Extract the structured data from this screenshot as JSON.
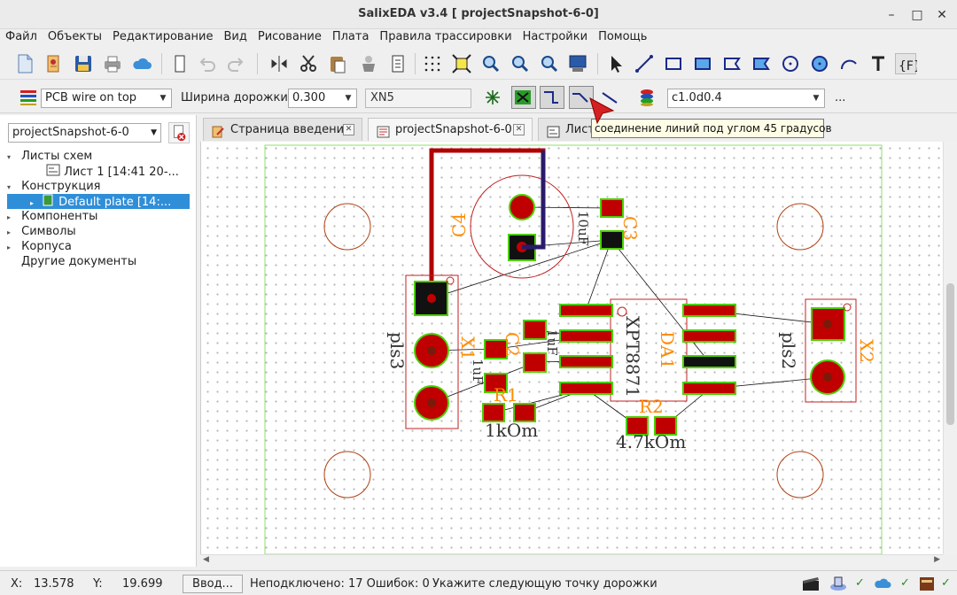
{
  "window": {
    "title": "SalixEDA v3.4 [ projectSnapshot-6-0]",
    "minimize": "–",
    "maximize": "□",
    "close": "✕"
  },
  "menu": [
    "Файл",
    "Объекты",
    "Редактирование",
    "Вид",
    "Рисование",
    "Плата",
    "Правила трассировки",
    "Настройки",
    "Помощь"
  ],
  "toolbar2": {
    "layer": "PCB wire on top",
    "width_label": "Ширина дорожки:",
    "width_value": "0.300",
    "net_value": "XN5",
    "rule_value": "c1.0d0.4",
    "more": "..."
  },
  "tooltip": "соединение линий под углом 45 градусов",
  "left_panel": {
    "project": "projectSnapshot-6-0",
    "tree": [
      {
        "label": "Листы схем",
        "expander": "▾"
      },
      {
        "label": "Лист 1 [14:41 20-...",
        "expander": ""
      },
      {
        "label": "Конструкция",
        "expander": "▾"
      },
      {
        "label": "Default plate [14:...",
        "expander": "▸"
      },
      {
        "label": "Компоненты",
        "expander": "▸"
      },
      {
        "label": "Символы",
        "expander": "▸"
      },
      {
        "label": "Корпуса",
        "expander": "▸"
      },
      {
        "label": "Другие документы",
        "expander": ""
      }
    ]
  },
  "tabs": [
    {
      "label": "Страница введения"
    },
    {
      "label": "projectSnapshot-6-0"
    },
    {
      "label": "Лист"
    }
  ],
  "pcb": {
    "labels": {
      "c4": "C4",
      "c3": "C3",
      "c3_value": "10uF",
      "c4_value": "1uF",
      "c2": "C2",
      "c2_value": "1uF",
      "x1": "X1",
      "x1_pkg": "pls3",
      "x2": "X2",
      "x2_pkg": "pls2",
      "da1": "DA1",
      "da1_part": "XPT8871",
      "r1": "R1",
      "r1_value": "1kOm",
      "r2": "R2",
      "r2_value": "4.7kOm",
      "c_val2": "1uF"
    },
    "colors": {
      "pad": "#c00000",
      "pad_outline": "#4cd000",
      "silk_orange": "#ff8c00",
      "outline": "#b03030",
      "trace_top": "#b00000",
      "trace_bottom": "#2a1a6a",
      "board_edge": "#8ce06a"
    }
  },
  "status": {
    "x_label": "X:",
    "x_value": "13.578",
    "y_label": "Y:",
    "y_value": "19.699",
    "input_button": "Ввод...",
    "unconnected": "Неподключено: 17 Ошибок: 0",
    "hint": "Укажите следующую точку дорожки"
  }
}
